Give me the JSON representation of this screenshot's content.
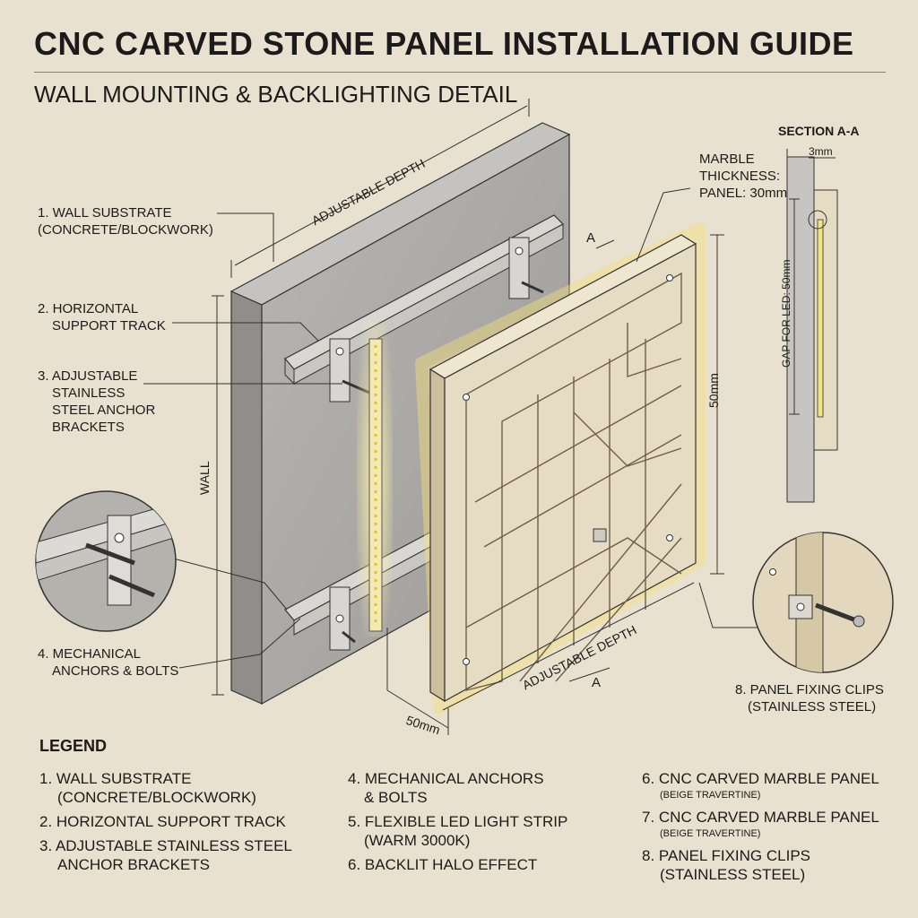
{
  "title": "CNC CARVED STONE PANEL INSTALLATION GUIDE",
  "subtitle": "WALL MOUNTING & BACKLIGHTING DETAIL",
  "labels": {
    "wall_substrate": [
      "1. WALL SUBSTRATE",
      "(CONCRETE/BLOCKWORK)"
    ],
    "support_track": [
      "2. HORIZONTAL",
      "SUPPORT TRACK"
    ],
    "brackets": [
      "3. ADJUSTABLE",
      "STAINLESS",
      "STEEL ANCHOR",
      "BRACKETS"
    ],
    "anchors": [
      "4. MECHANICAL",
      "ANCHORS & BOLTS"
    ],
    "marble": [
      "MARBLE",
      "THICKNESS:",
      "PANEL: 30mm"
    ],
    "clips": [
      "8. PANEL FIXING CLIPS",
      "(STAINLESS STEEL)"
    ],
    "wall": "WALL",
    "adjustable_depth_top": "ADJUSTABLE DEPTH",
    "adjustable_depth_bottom": "ADJUSTABLE DEPTH",
    "dim_50mm_right": "50mm",
    "dim_50mm_bottom": "50mm",
    "section_marker_top": "A",
    "section_marker_bottom": "A"
  },
  "section": {
    "title": "SECTION A-A",
    "dim_top": "3mm",
    "gap_label": "GAP FOR LED: 50mm"
  },
  "legend": {
    "heading": "LEGEND",
    "col1": [
      "1. WALL SUBSTRATE",
      "(CONCRETE/BLOCKWORK)",
      "2. HORIZONTAL SUPPORT TRACK",
      "3. ADJUSTABLE STAINLESS STEEL",
      "ANCHOR BRACKETS"
    ],
    "col2": [
      "4. MECHANICAL ANCHORS",
      "& BOLTS",
      "5. FLEXIBLE LED LIGHT STRIP",
      "(WARM 3000K)",
      "6. BACKLIT HALO EFFECT"
    ],
    "col3_6": [
      "6. CNC CARVED MARBLE PANEL",
      "(BEIGE TRAVERTINE)"
    ],
    "col3_7": [
      "7. CNC CARVED MARBLE PANEL",
      "(BEIGE TRAVERTINE)"
    ],
    "col3_8": [
      "8. PANEL FIXING CLIPS",
      "(STAINLESS STEEL)"
    ]
  },
  "colors": {
    "background": "#e9e1cf",
    "concrete": "#a9a9a6",
    "marble": "#e6dcc3",
    "led_glow": "#f6e27a",
    "ink": "#1b1b1b"
  }
}
